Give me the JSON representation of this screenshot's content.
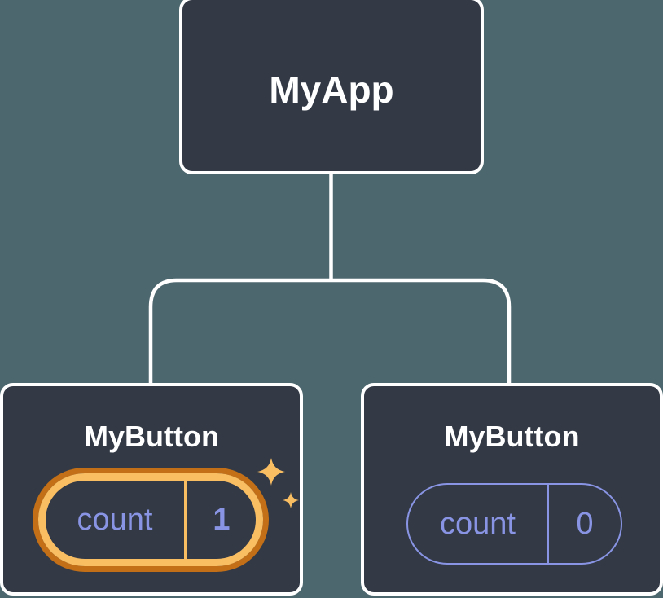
{
  "diagram": {
    "title": "component-tree",
    "colors": {
      "background": "#4D676E",
      "node_fill": "#333A46",
      "node_border": "#FFFFFF",
      "connector": "#FFFFFF",
      "state_purple": "#8995E4",
      "highlight_amber": "#F9BD62",
      "highlight_orange": "#C26F17",
      "sparkle": "#F9BD62"
    },
    "root": {
      "label": "MyApp"
    },
    "children": [
      {
        "label": "MyButton",
        "state": {
          "name": "count",
          "value": "1"
        },
        "highlighted": true,
        "icon": "sparkles-icon"
      },
      {
        "label": "MyButton",
        "state": {
          "name": "count",
          "value": "0"
        },
        "highlighted": false
      }
    ]
  }
}
